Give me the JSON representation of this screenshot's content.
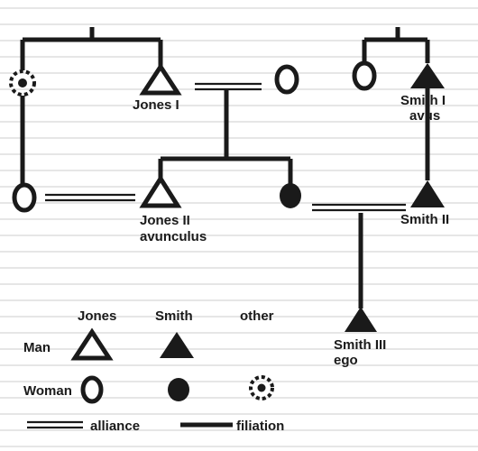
{
  "nodes": {
    "jones1": "Jones I",
    "smith1_line1": "Smith I",
    "smith1_line2": "avus",
    "jones2_line1": "Jones II",
    "jones2_line2": "avunculus",
    "smith2": "Smith II",
    "smith3_line1": "Smith III",
    "smith3_line2": "ego"
  },
  "legend": {
    "col_jones": "Jones",
    "col_smith": "Smith",
    "col_other": "other",
    "row_man": "Man",
    "row_woman": "Woman",
    "alliance": "alliance",
    "filiation": "filiation"
  },
  "colors": {
    "ink": "#1a1a1a",
    "ghost_text": "#e6e6e6"
  }
}
